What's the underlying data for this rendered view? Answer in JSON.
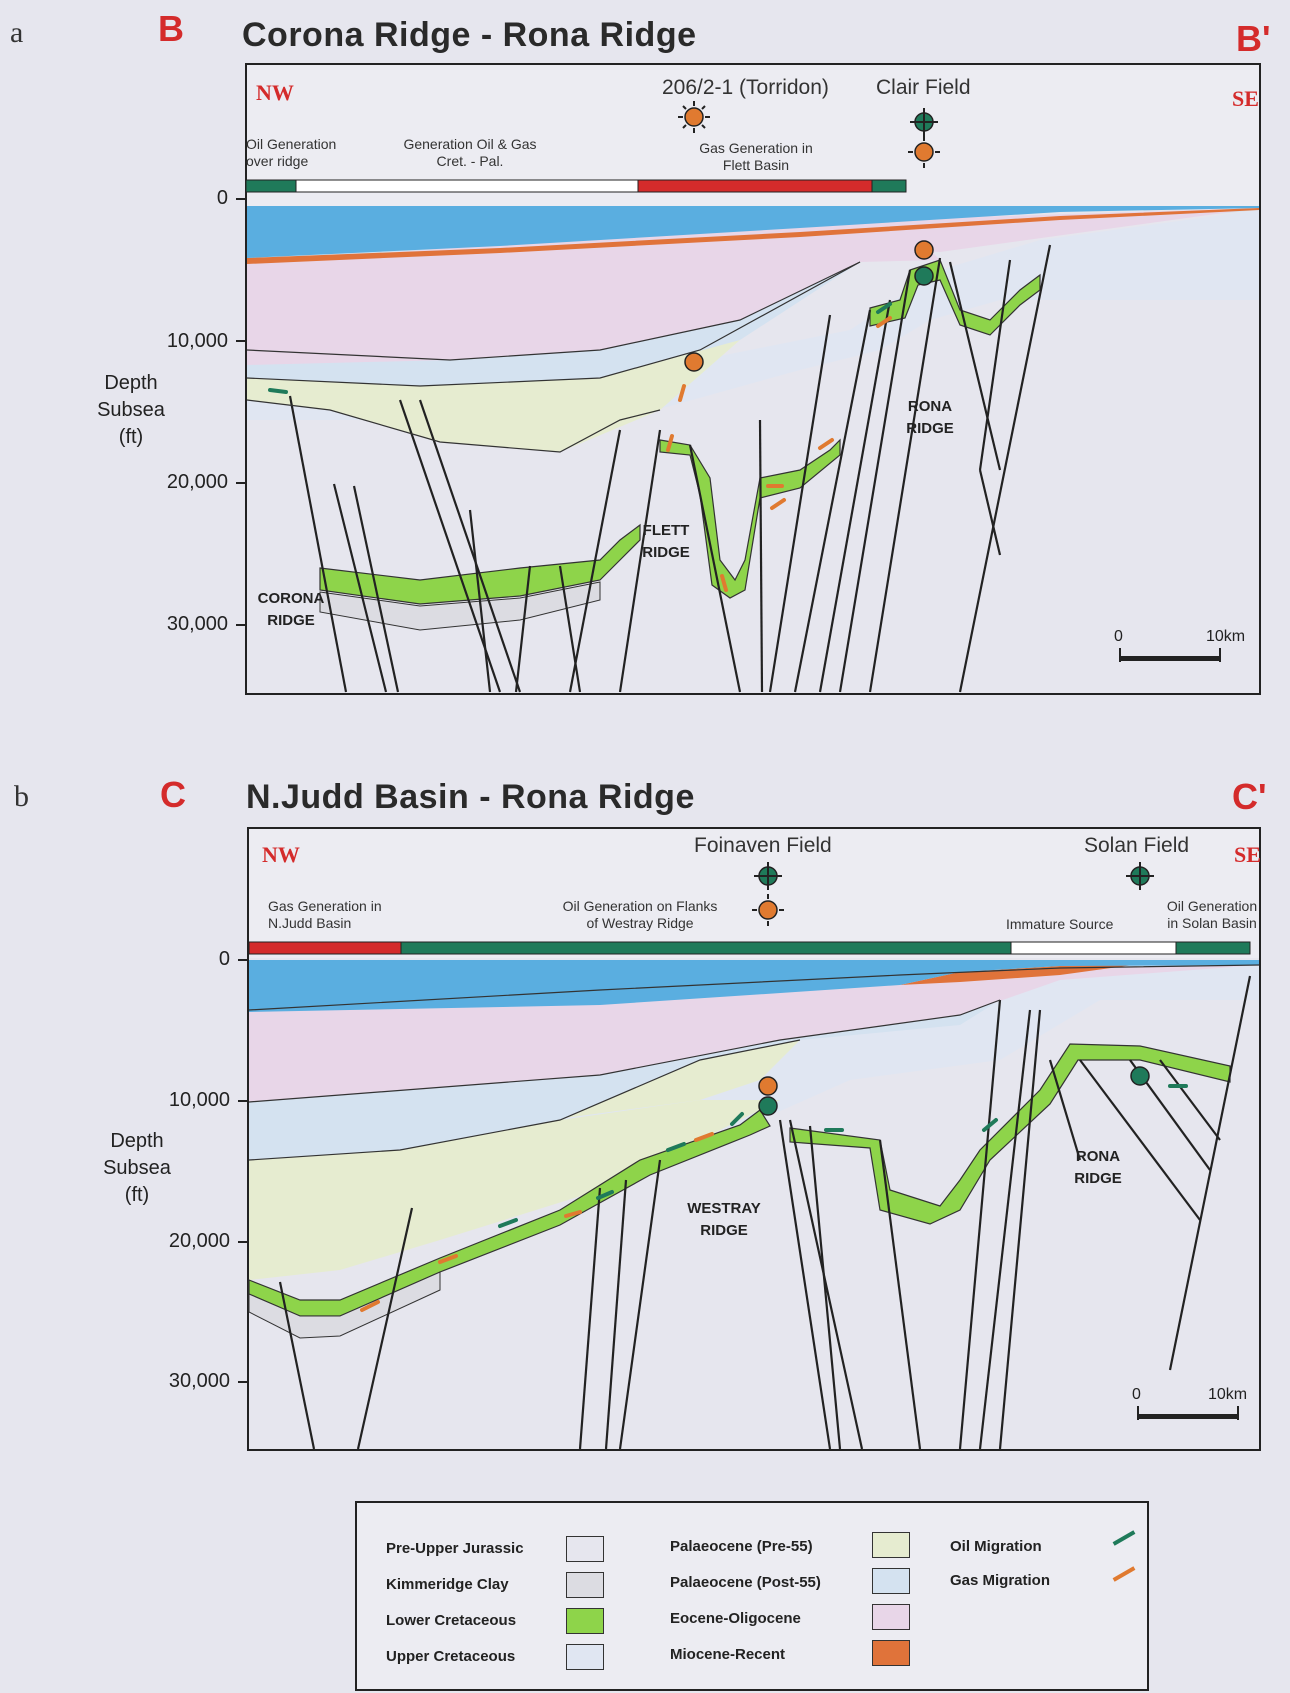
{
  "panel_a": {
    "letter": "a",
    "start": "B",
    "end": "B'",
    "title": "Corona Ridge - Rona Ridge",
    "nw": "NW",
    "se": "SE",
    "well1": "206/2-1 (Torridon)",
    "well2": "Clair Field",
    "gen1": [
      "Oil Generation",
      "over ridge"
    ],
    "gen2": [
      "Generation Oil & Gas",
      "Cret. - Pal."
    ],
    "gen3": [
      "Gas Generation in",
      "Flett Basin"
    ],
    "ridges": {
      "corona": [
        "CORONA",
        "RIDGE"
      ],
      "flett": [
        "FLETT",
        "RIDGE"
      ],
      "rona": [
        "RONA",
        "RIDGE"
      ]
    },
    "y_label": [
      "Depth",
      "Subsea",
      "(ft)"
    ],
    "ticks": [
      "0",
      "10,000",
      "20,000",
      "30,000"
    ],
    "scale_start": "0",
    "scale_end": "10km"
  },
  "panel_b": {
    "letter": "b",
    "start": "C",
    "end": "C'",
    "title": "N.Judd Basin - Rona Ridge",
    "nw": "NW",
    "se": "SE",
    "well1": "Foinaven Field",
    "well2": "Solan Field",
    "gen1": [
      "Gas Generation in",
      "N.Judd Basin"
    ],
    "gen2": [
      "Oil Generation on Flanks",
      "of Westray Ridge"
    ],
    "gen3": [
      "Immature Source"
    ],
    "gen4": [
      "Oil Generation",
      "in Solan Basin"
    ],
    "ridges": {
      "westray": [
        "WESTRAY",
        "RIDGE"
      ],
      "rona": [
        "RONA",
        "RIDGE"
      ]
    },
    "y_label": [
      "Depth",
      "Subsea",
      "(ft)"
    ],
    "ticks": [
      "0",
      "10,000",
      "20,000",
      "30,000"
    ],
    "scale_start": "0",
    "scale_end": "10km"
  },
  "legend": {
    "col1": [
      "Pre-Upper Jurassic",
      "Kimmeridge Clay",
      "Lower Cretaceous",
      "Upper Cretaceous"
    ],
    "col2": [
      "Palaeocene (Pre-55)",
      "Palaeocene (Post-55)",
      "Eocene-Oligocene",
      "Miocene-Recent"
    ],
    "col3": [
      "Oil Migration",
      "Gas Migration"
    ]
  },
  "colors": {
    "miocene": "#e0733a",
    "eocene": "#e8d6e8",
    "post55": "#d4e2f0",
    "pre55": "#e6ecd0",
    "upper_cret": "#e0e6f2",
    "lower_cret": "#8ed44a",
    "kimmeridge": "#e6e6ea",
    "pre_upper_jurassic": "#e6e6ee",
    "sea": "#5aaee0",
    "oil": "#1f7a5a",
    "gas": "#e07a30",
    "red_bar": "#d42b2b"
  }
}
